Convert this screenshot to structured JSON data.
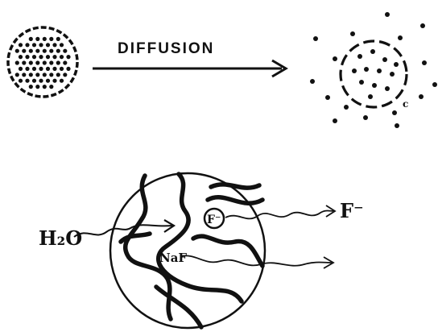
{
  "top_diagram": {
    "arrow_label": "DIFFUSION",
    "small_label": "c"
  },
  "bottom_diagram": {
    "left_label": "H₂O",
    "inner_ion_left": "NaF",
    "inner_ion_right": "F⁻",
    "outgoing_ion": "F⁻"
  }
}
